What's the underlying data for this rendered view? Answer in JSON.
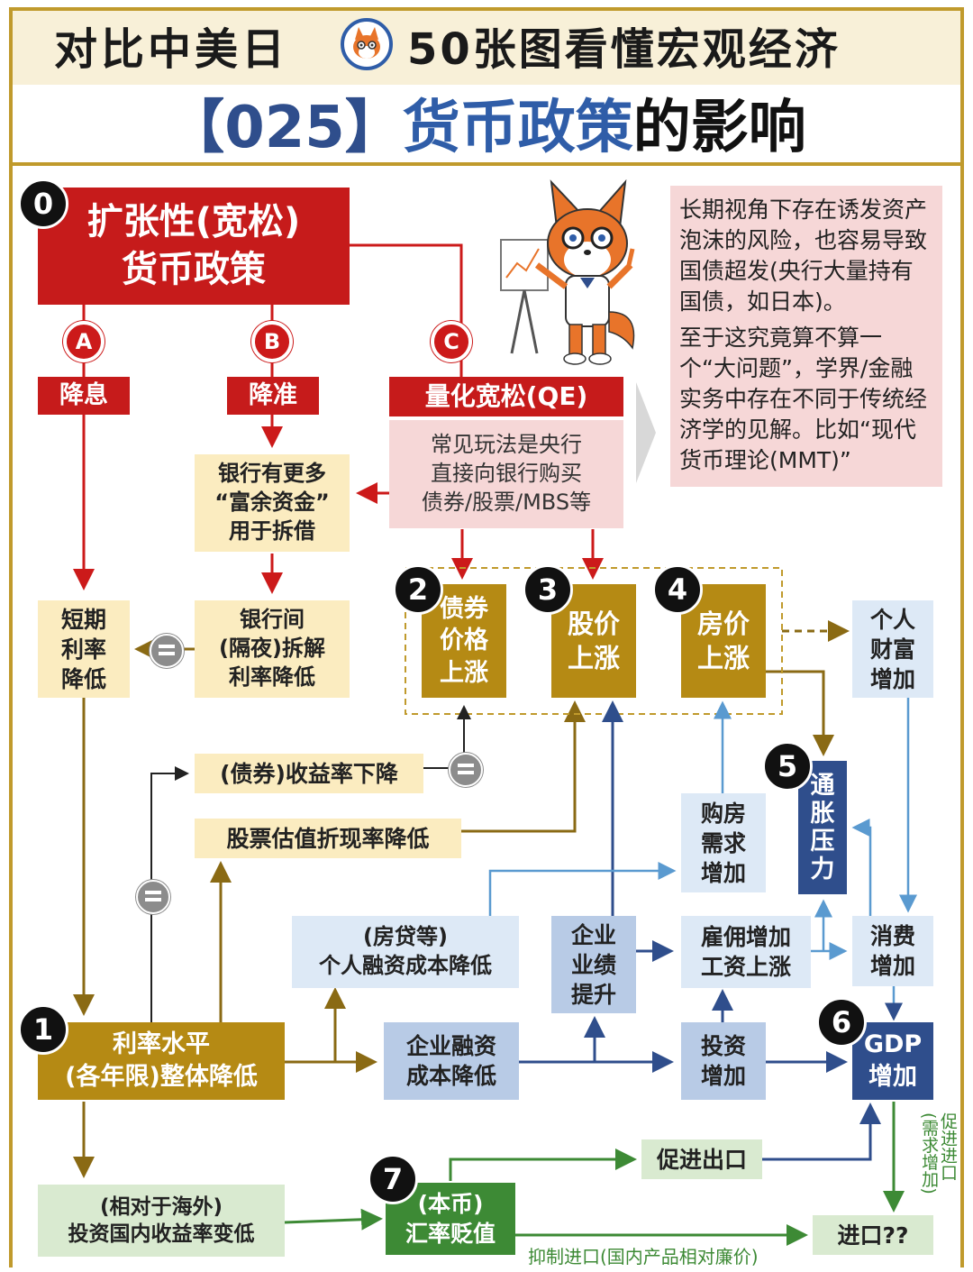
{
  "header": {
    "title_left": "对比中美日",
    "title_right": "50张图看懂宏观经济",
    "subtitle_num": "【025】",
    "subtitle_blue": "货币政策",
    "subtitle_black": "的影响"
  },
  "badges": {
    "zero": "0",
    "one": "1",
    "two": "2",
    "three": "3",
    "four": "4",
    "five": "5",
    "six": "6",
    "seven": "7",
    "a": "A",
    "b": "B",
    "c": "C"
  },
  "nodes": {
    "policy": "扩张性(宽松)\n货币政策",
    "cut_rate": "降息",
    "cut_rrr": "降准",
    "qe": "量化宽松(QE)",
    "qe_desc": "常见玩法是央行\n直接向银行购买\n债券/股票/MBS等",
    "bank_funds": "银行有更多\n“富余资金”\n用于拆借",
    "short_rate": "短期\n利率\n降低",
    "interbank": "银行间\n(隔夜)拆解\n利率降低",
    "bond_price": "债券\n价格\n上涨",
    "stock_price": "股价\n上涨",
    "house_price": "房价\n上涨",
    "wealth": "个人\n财富\n增加",
    "bond_yield": "(债券)收益率下降",
    "equity_discount": "股票估值折现率降低",
    "housing_demand": "购房\n需求\n增加",
    "inflation": "通\n胀\n压\n力",
    "personal_cost": "(房贷等)\n个人融资成本降低",
    "corp_perf": "企业\n业绩\n提升",
    "employment": "雇佣增加\n工资上涨",
    "consumption": "消费\n增加",
    "rate_level": "利率水平\n(各年限)整体降低",
    "corp_cost": "企业融资\n成本降低",
    "investment": "投资\n增加",
    "gdp": "GDP\n增加",
    "export": "促进出口",
    "overseas": "(相对于海外)\n投资国内收益率变低",
    "fx": "(本币)\n汇率贬值",
    "imports": "进口??",
    "suppress_import": "抑制进口(国内产品相对廉价)",
    "promote_import": "促进进口\n(需求增加)"
  },
  "note": {
    "p1": "长期视角下存在诱发资产泡沫的风险，也容易导致国债超发(央行大量持有国债，如日本)。",
    "p2": "至于这究竟算不算一个“大问题”，学界/金融实务中存在不同于传统经济学的见解。比如“现代货币理论(MMT)”"
  }
}
